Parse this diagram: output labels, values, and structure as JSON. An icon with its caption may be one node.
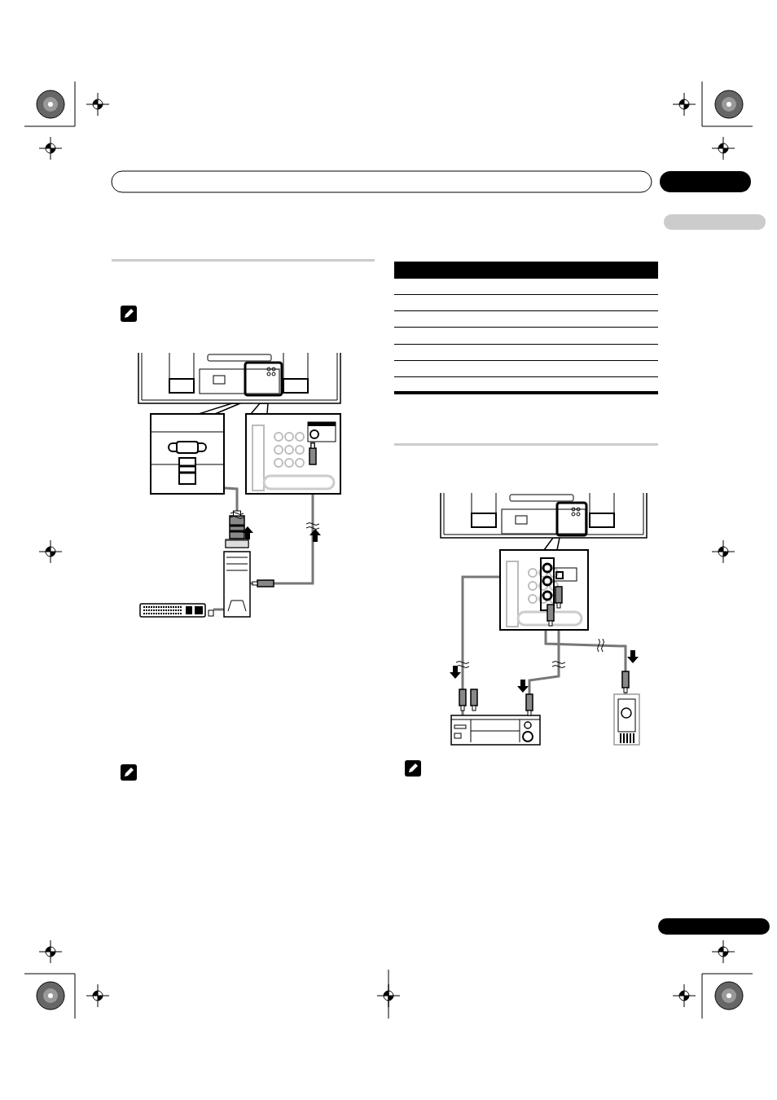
{
  "diagram": {
    "nodes": [
      {
        "text": [],
        "shape": "box"
      },
      {
        "text": [],
        "shape": "box"
      },
      {
        "text": [],
        "shape": "box"
      },
      {
        "text": [],
        "shape": "picture"
      },
      {
        "text": [],
        "shape": "picture"
      },
      {
        "text": [],
        "shape": "picture"
      },
      {
        "text": [],
        "shape": "picture"
      },
      {
        "text": [],
        "shape": "picture"
      },
      {
        "text": [],
        "shape": "picture"
      },
      {
        "text": [],
        "shape": "picture"
      },
      {
        "text": [],
        "shape": "picture"
      },
      {
        "text": [],
        "shape": "picture"
      },
      {
        "text": [],
        "shape": "box"
      }
    ],
    "edges": [
      {
        "from": 3,
        "to": 4,
        "arrow": "none",
        "color": "#000000"
      },
      {
        "from": 3,
        "to": 5,
        "arrow": "none",
        "color": "#000000"
      },
      {
        "from": 6,
        "to": 4,
        "arrow": "none"
      },
      {
        "from": 6,
        "to": 5,
        "arrow": "none"
      },
      {
        "from": 7,
        "to": 6,
        "arrow": "none"
      },
      {
        "from": 8,
        "to": 9,
        "arrow": "none",
        "color": "#000000"
      },
      {
        "from": 9,
        "to": 10,
        "arrow": "none"
      },
      {
        "from": 9,
        "to": 10,
        "arrow": "none"
      },
      {
        "from": 9,
        "to": 11,
        "arrow": "none"
      }
    ]
  }
}
